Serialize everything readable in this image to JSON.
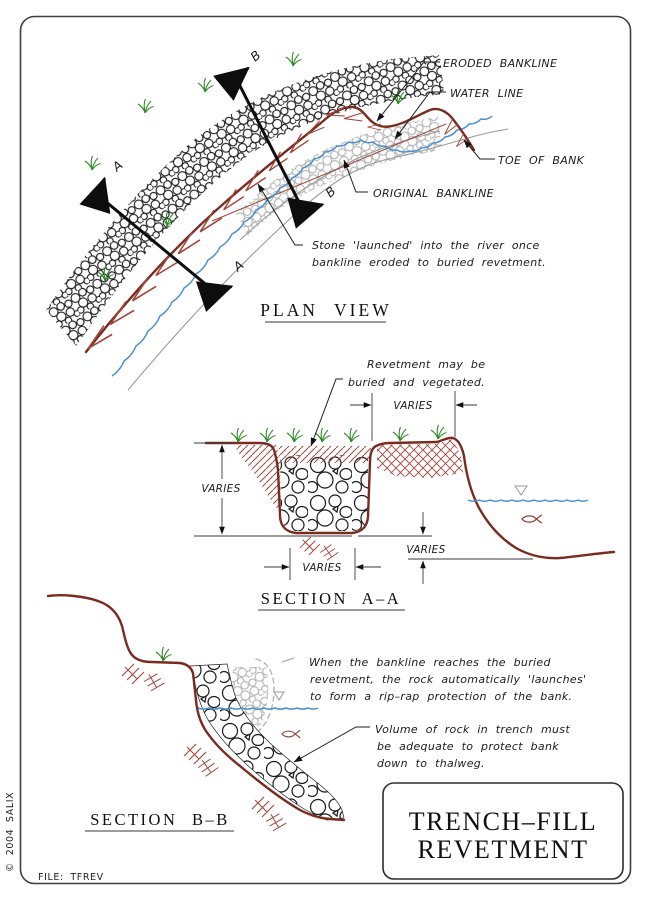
{
  "page": {
    "file_label": "FILE: TFREV",
    "copyright": "© 2004 SALIX"
  },
  "colors": {
    "bankline": "#7a2b1f",
    "earth_hatch": "#a1463a",
    "water": "#4a8fd2",
    "vegetation": "#2f8b27",
    "ghost": "#b3b3b3",
    "ink": "#1c1c1c"
  },
  "plan_view": {
    "title": "PLAN VIEW",
    "marker_a": "A",
    "marker_b": "B",
    "labels": {
      "eroded_bankline": "ERODED BANKLINE",
      "water_line": "WATER LINE",
      "toe_of_bank": "TOE OF BANK",
      "original_bankline": "ORIGINAL BANKLINE",
      "stone_note_line1": "Stone 'launched' into the river once",
      "stone_note_line2": "bankline eroded to buried revetment."
    }
  },
  "section_aa": {
    "title": "SECTION A–A",
    "varies_label": "VARIES",
    "note_line1": "Revetment may be",
    "note_line2": "buried and vegetated."
  },
  "section_bb": {
    "title": "SECTION B–B",
    "launch_note_line1": "When the bankline reaches the buried",
    "launch_note_line2": "revetment, the rock automatically 'launches'",
    "launch_note_line3": "to form a rip–rap protection of the bank.",
    "volume_note_line1": "Volume of rock in trench must",
    "volume_note_line2": "be adequate to protect bank",
    "volume_note_line3": "down to thalweg."
  },
  "title_block": {
    "line1": "TRENCH–FILL",
    "line2": "REVETMENT"
  }
}
